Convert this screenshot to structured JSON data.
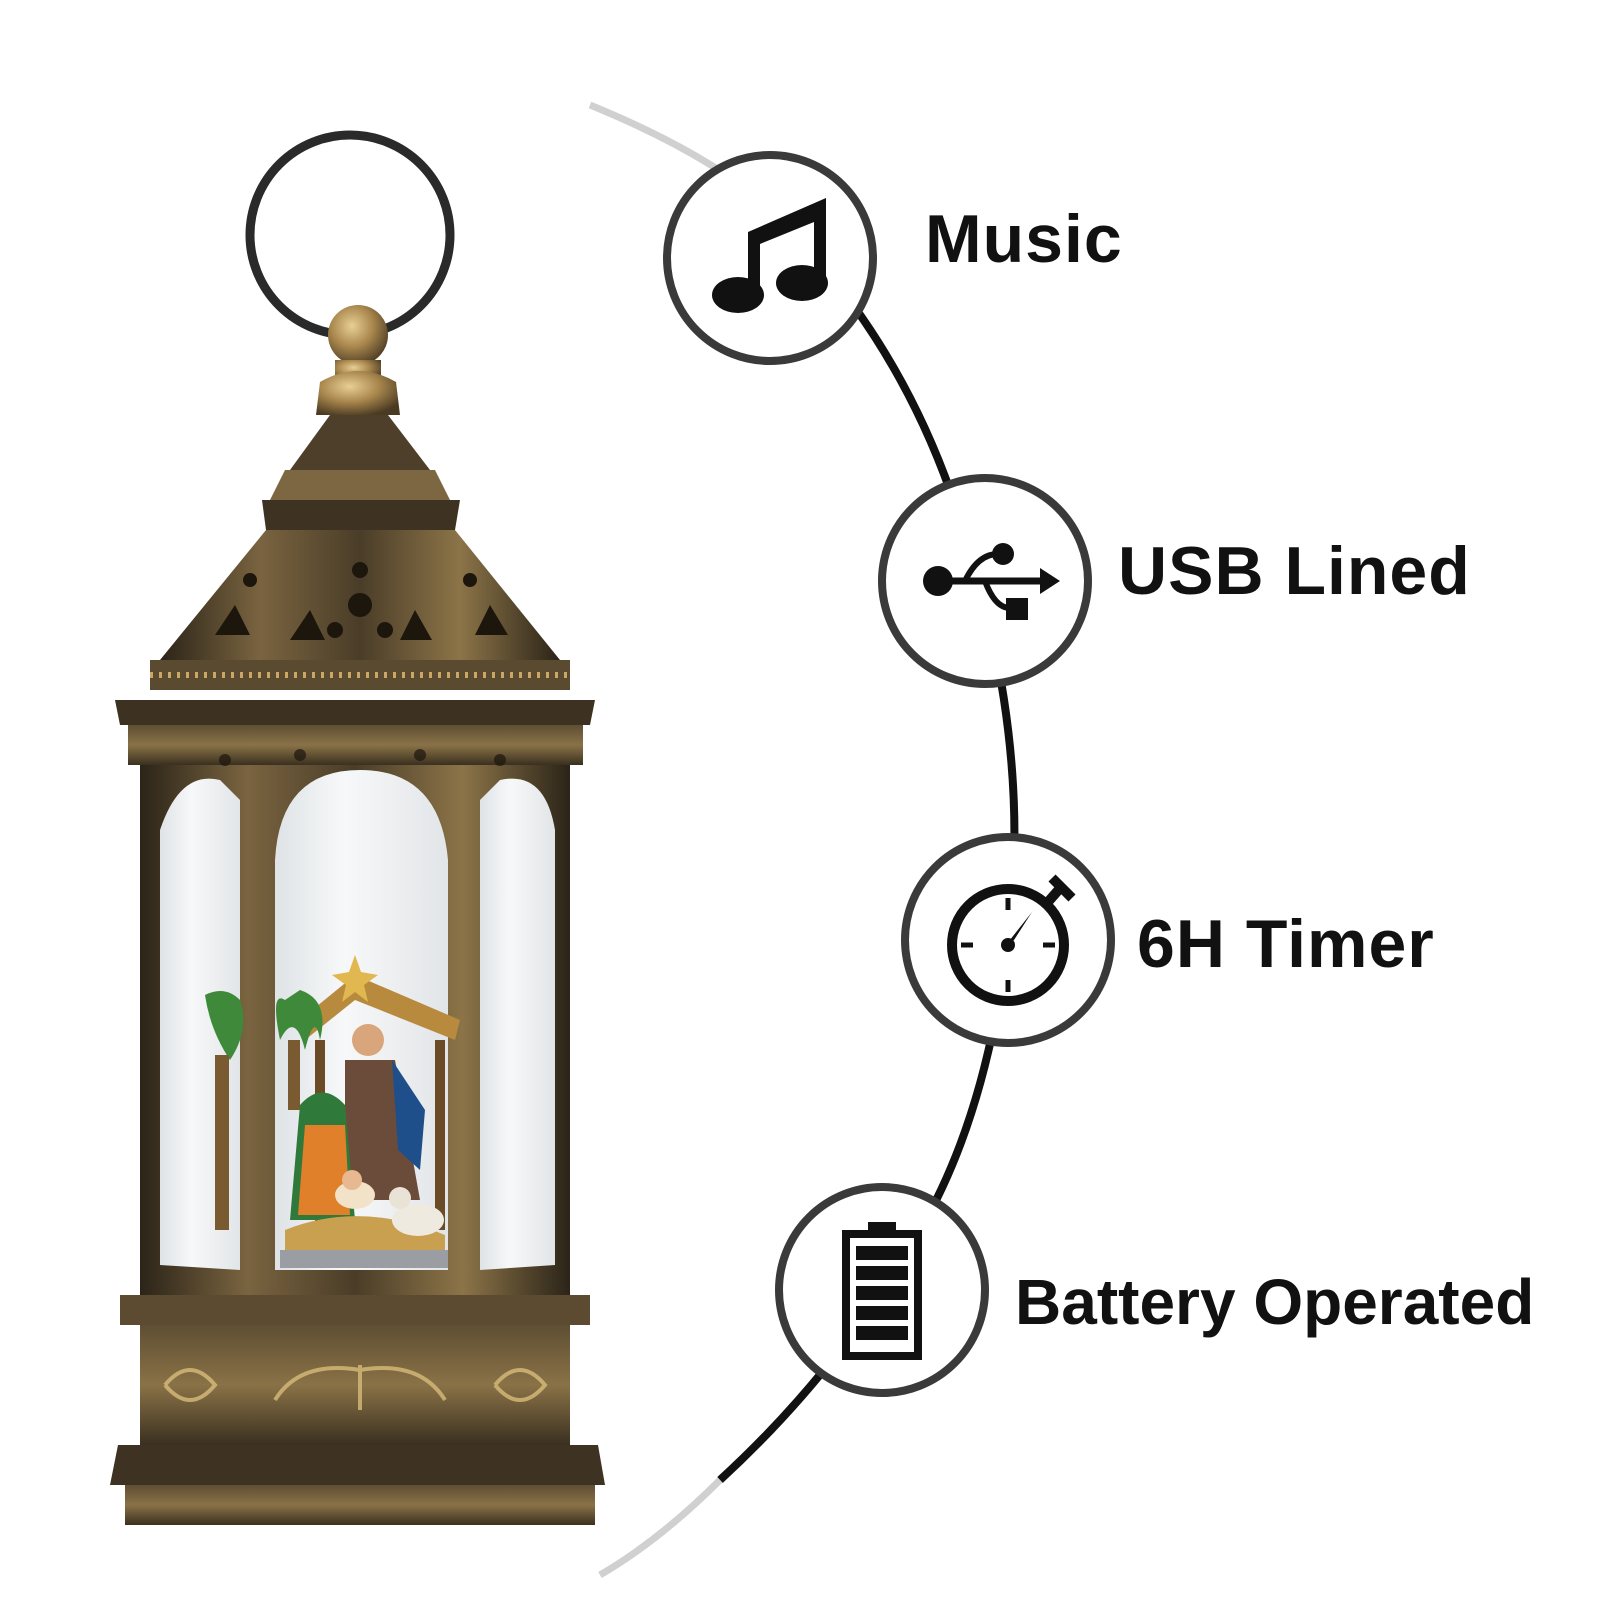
{
  "colors": {
    "background": "#ffffff",
    "icon_ring_fill": "#ffffff",
    "icon_ring_stroke": "#3a3a3a",
    "icon_glyph": "#111111",
    "arc": "#111111",
    "arc_fade": "#cccccc",
    "lantern_bronze_dark": "#2b2418",
    "lantern_bronze": "#6b5a3a",
    "lantern_gold": "#b8965a",
    "glass": "#f2f4f5"
  },
  "features": [
    {
      "label": "Music",
      "icon": "music-note-icon"
    },
    {
      "label": "USB Lined",
      "icon": "usb-icon"
    },
    {
      "label": "6H Timer",
      "icon": "stopwatch-icon"
    },
    {
      "label": "Battery Operated",
      "icon": "battery-icon"
    }
  ]
}
